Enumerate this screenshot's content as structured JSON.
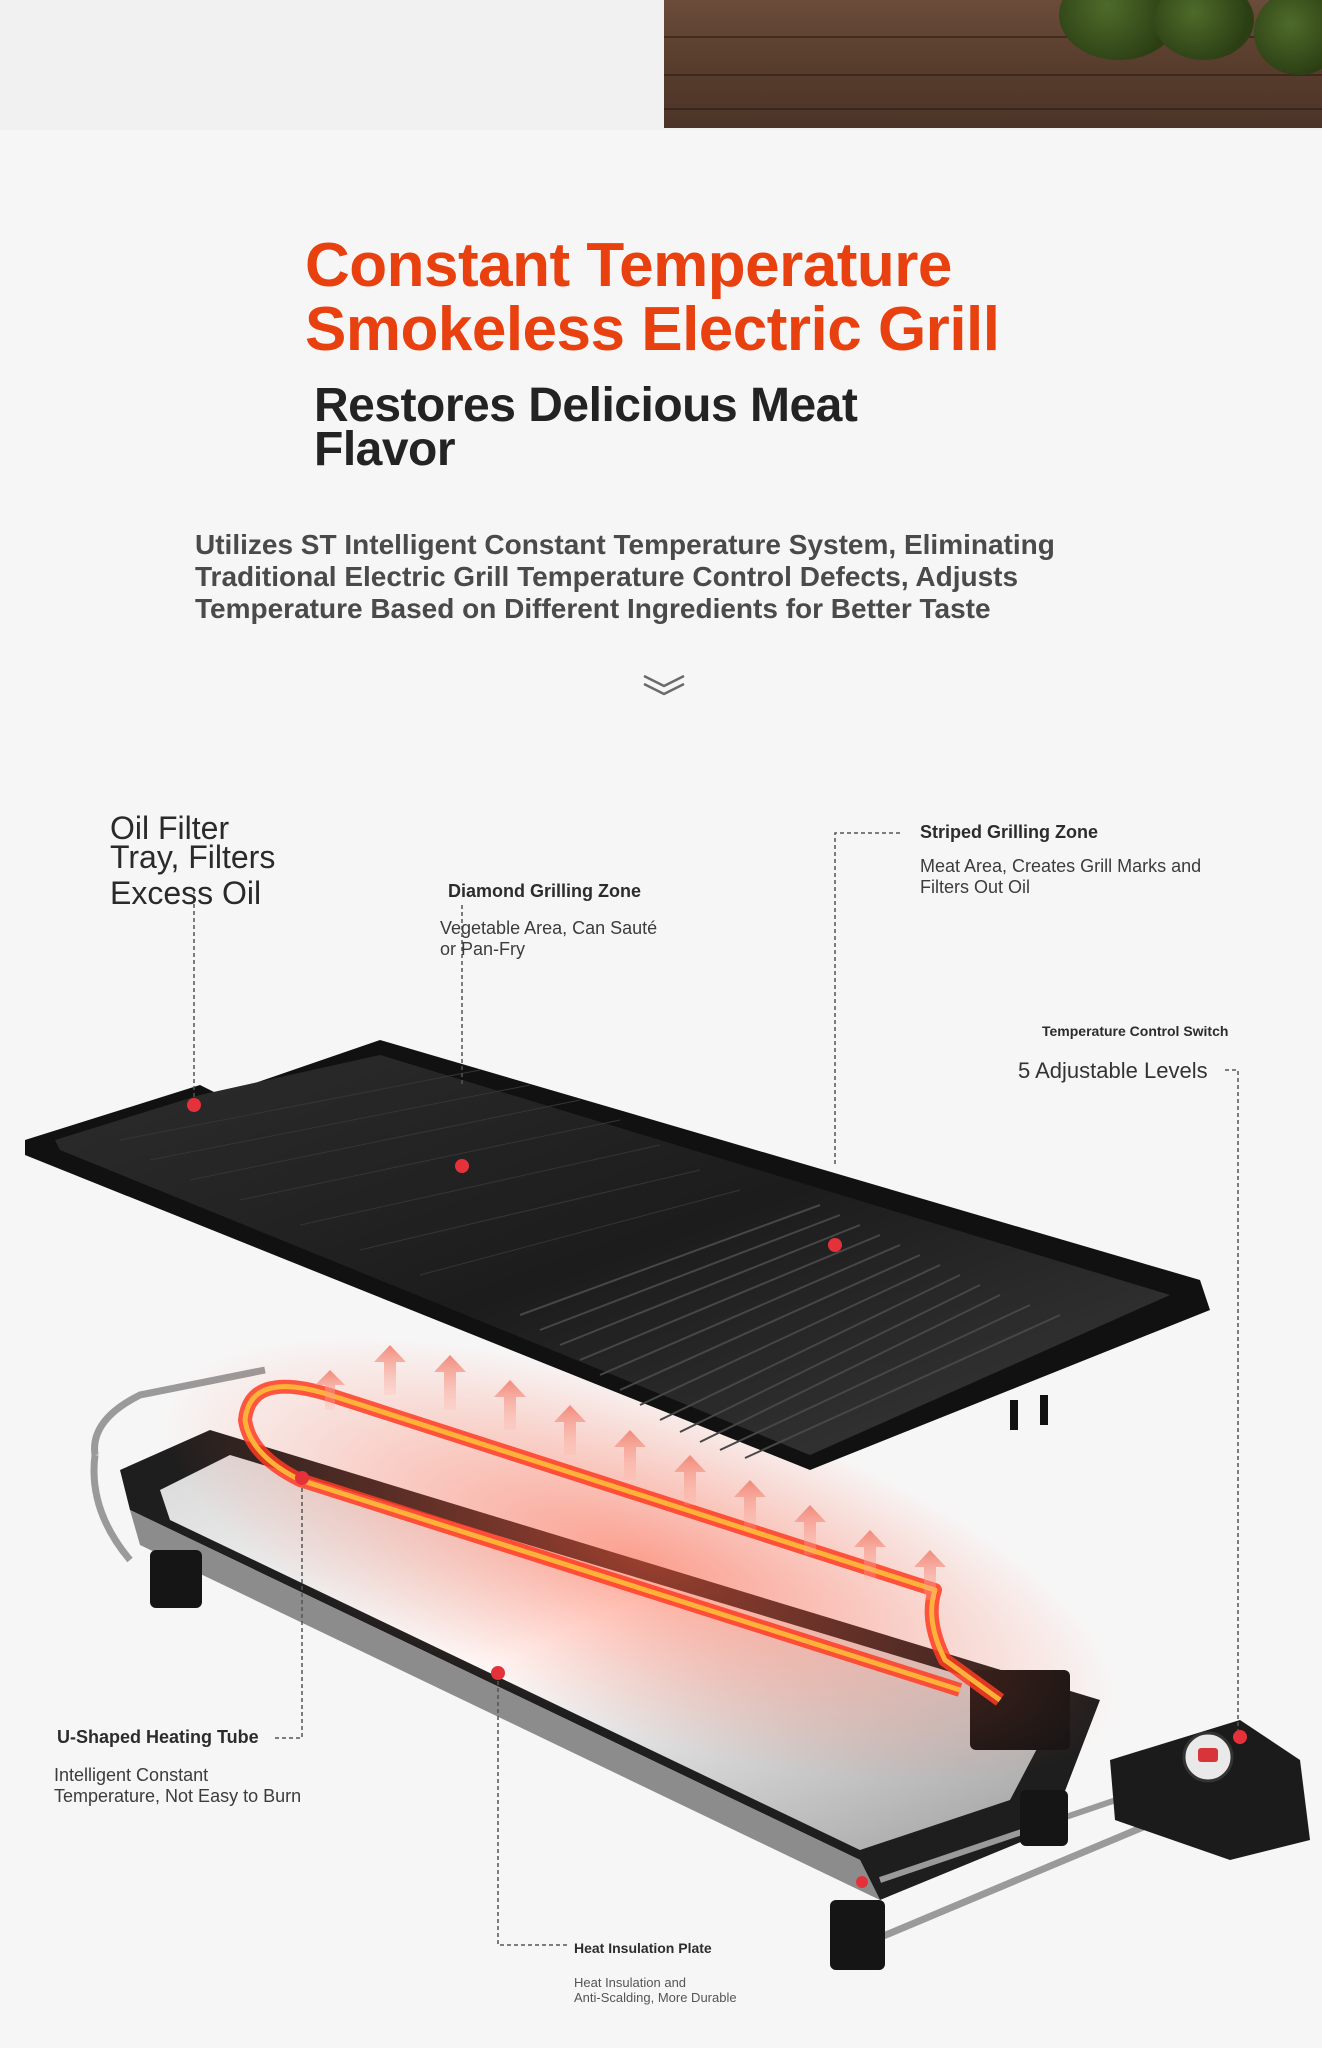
{
  "banner": {
    "title_line1": "Constant Temperature",
    "title_line2": "Smokeless Electric Grill",
    "subtitle_line1": "Restores Delicious Meat",
    "subtitle_line2": "Flavor",
    "description_line1": "Utilizes ST Intelligent Constant Temperature System, Eliminating",
    "description_line2": "Traditional Electric Grill Temperature Control Defects, Adjusts",
    "description_line3": "Temperature Based on Different Ingredients for Better Taste",
    "chevron_icon": "double-chevron-down-icon"
  },
  "callouts": {
    "oil_filter": {
      "line1": "Oil Filter",
      "line2": "Tray, Filters",
      "line3": "Excess Oil"
    },
    "diamond_zone": {
      "heading": "Diamond Grilling Zone",
      "body_line1": "Vegetable Area, Can Sauté",
      "body_line2": "or Pan-Fry"
    },
    "striped_zone": {
      "heading": "Striped Grilling Zone",
      "body_line1": "Meat Area, Creates Grill Marks and",
      "body_line2": "Filters Out Oil"
    },
    "temperature_switch": {
      "heading": "Temperature Control Switch",
      "body": "5 Adjustable Levels"
    },
    "heating_tube": {
      "heading": "U-Shaped Heating Tube",
      "body_line1": "Intelligent Constant",
      "body_line2": "Temperature, Not Easy to Burn"
    },
    "insulation_plate": {
      "heading": "Heat Insulation Plate",
      "body_line1": "Heat Insulation and",
      "body_line2": "Anti-Scalding, More Durable"
    }
  },
  "colors": {
    "accent_red": "#e8400f",
    "marker_red": "#e5313a",
    "leader_line": "#555555"
  }
}
